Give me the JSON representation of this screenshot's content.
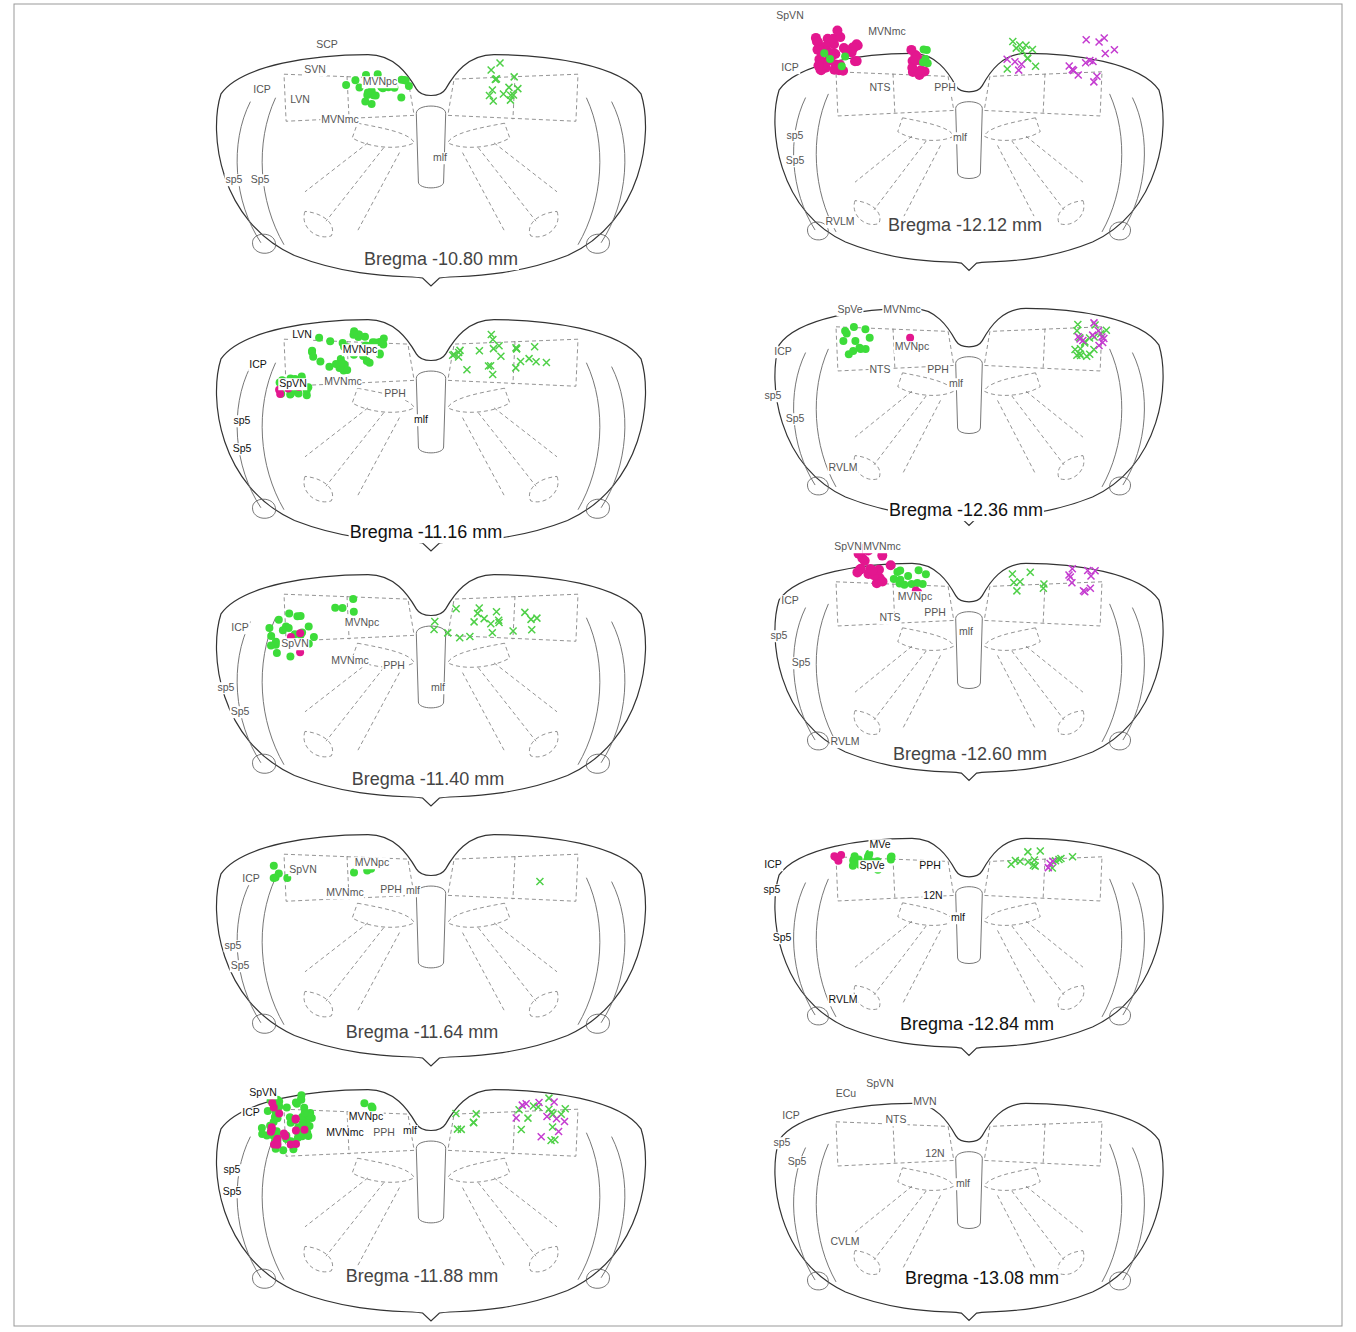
{
  "diagram": {
    "labels": [
      "SCP",
      "SVN",
      "ICP",
      "LVN",
      "MVNpc",
      "MVNmc",
      "mlf",
      "sp5",
      "Sp5",
      "Bregma -10.80 mm",
      "LVN",
      "ICP",
      "MVNpc",
      "SpVN",
      "MVNmc",
      "PPH",
      "sp5",
      "mlf",
      "Sp5",
      "Bregma -11.16 mm",
      "MVNpc",
      "ICP",
      "SpVN",
      "MVNmc",
      "PPH",
      "mlf",
      "sp5",
      "Sp5",
      "Bregma -11.40 mm",
      "SpVN",
      "MVNpc",
      "ICP",
      "MVNmc",
      "PPH",
      "mlf",
      "sp5",
      "Sp5",
      "Bregma -11.64 mm",
      "SpVN",
      "ICP",
      "MVNpc",
      "MVNmc",
      "PPH",
      "mlf",
      "sp5",
      "Sp5",
      "Bregma -11.88 mm",
      "SpVN",
      "MVNmc",
      "ICP",
      "NTS",
      "PPH",
      "mlf",
      "sp5",
      "Sp5",
      "RVLM",
      "Bregma -12.12 mm",
      "SpVe",
      "MVNmc",
      "ICP",
      "MVNpc",
      "NTS",
      "PPH",
      "mlf",
      "sp5",
      "Sp5",
      "RVLM",
      "Bregma -12.36 mm",
      "SpVN",
      "MVNmc",
      "ICP",
      "MVNpc",
      "NTS",
      "PPH",
      "mlf",
      "sp5",
      "Sp5",
      "RVLM",
      "Bregma -12.60 mm",
      "MVe",
      "ICP",
      "SpVe",
      "PPH",
      "sp5",
      "12N",
      "mlf",
      "Sp5",
      "RVLM",
      "Bregma -12.84 mm",
      "ECu",
      "SpVN",
      "MVN",
      "ICP",
      "NTS",
      "12N",
      "sp5",
      "mlf",
      "Sp5",
      "CVLM",
      "Bregma -13.08 mm"
    ]
  }
}
